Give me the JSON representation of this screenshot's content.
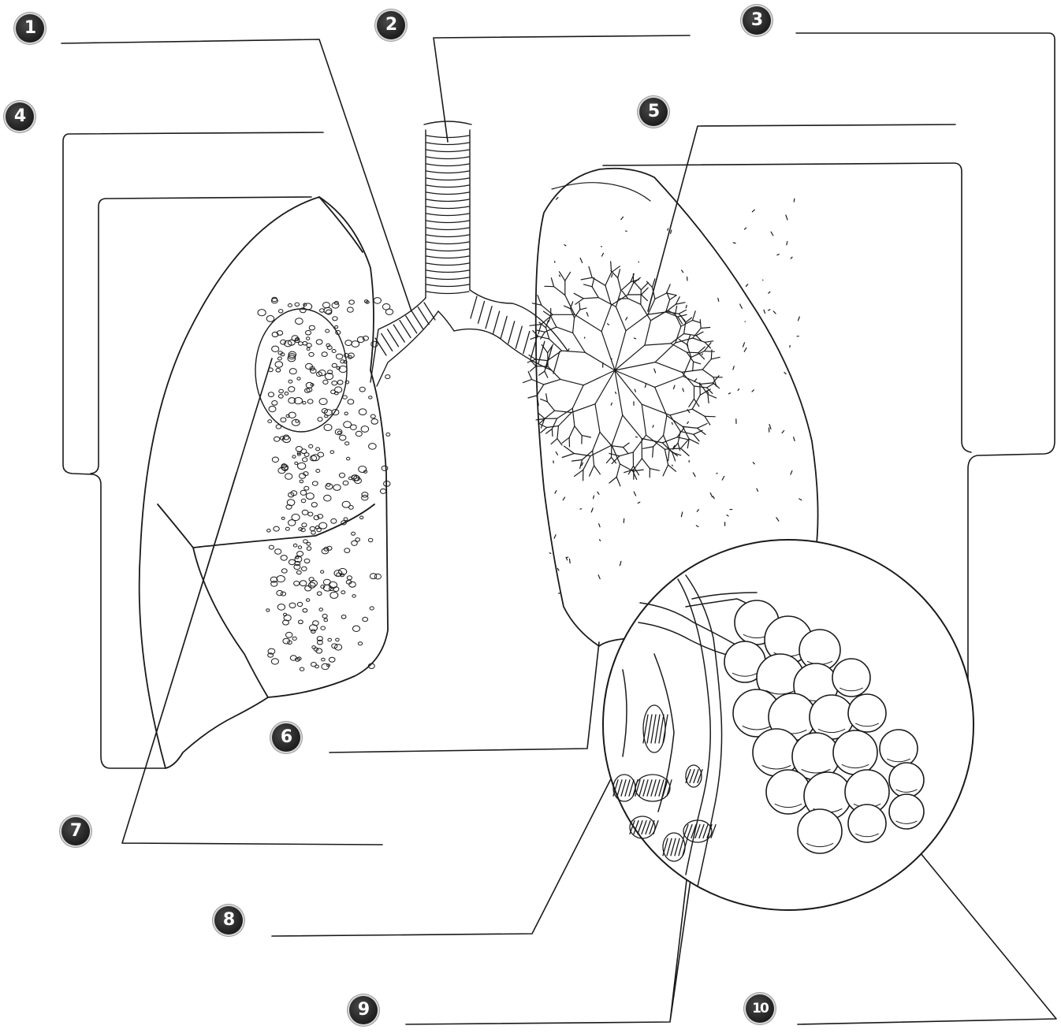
{
  "diagram": {
    "markers": [
      "1",
      "2",
      "3",
      "4",
      "5",
      "6",
      "7",
      "8",
      "9",
      "10"
    ],
    "colors": {
      "ink": "#1a1a1a",
      "badge": "#1e1e1e",
      "paper": "#ffffff"
    }
  }
}
